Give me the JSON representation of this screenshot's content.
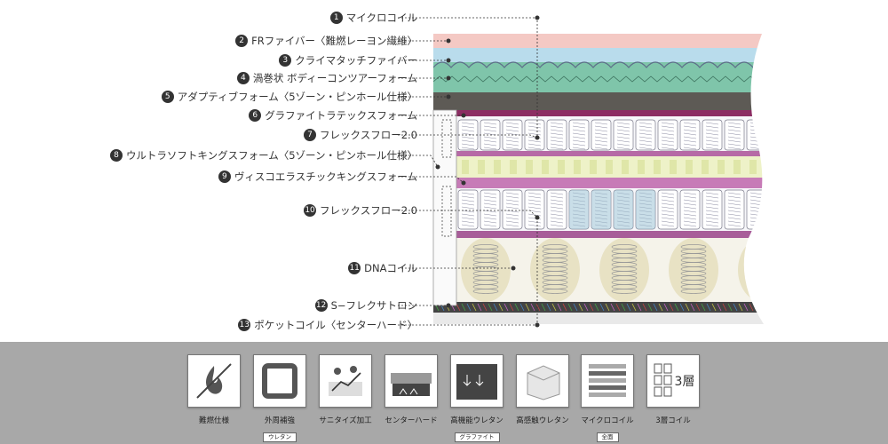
{
  "layers": [
    {
      "num": "1",
      "label": "マイクロコイル"
    },
    {
      "num": "2",
      "label": "FRファイバー〈難燃レーヨン繊維〉"
    },
    {
      "num": "3",
      "label": "クライマタッチファイバー"
    },
    {
      "num": "4",
      "label": "渦巻状 ボディーコンツアーフォーム"
    },
    {
      "num": "5",
      "label": "アダプティブフォーム〈5ゾーン・ピンホール仕様〉"
    },
    {
      "num": "6",
      "label": "グラファイトラテックスフォーム"
    },
    {
      "num": "7",
      "label": "フレックスフロー2.0"
    },
    {
      "num": "8",
      "label": "ウルトラソフトキングスフォーム〈5ゾーン・ピンホール仕様〉"
    },
    {
      "num": "9",
      "label": "ヴィスコエラスチックキングスフォーム"
    },
    {
      "num": "10",
      "label": "フレックスフロー2.0"
    },
    {
      "num": "11",
      "label": "DNAコイル"
    },
    {
      "num": "12",
      "label": "S−フレクサトロン"
    },
    {
      "num": "13",
      "label": "ポケットコイル〈センターハード〉"
    }
  ],
  "features": [
    {
      "label": "難燃仕様",
      "badge": "",
      "icon": "flame-crossed-icon"
    },
    {
      "label": "外周補強",
      "badge": "ウレタン",
      "icon": "frame-reinforce-icon"
    },
    {
      "label": "サニタイズ加工",
      "badge": "",
      "icon": "sanitize-icon"
    },
    {
      "label": "センターハード",
      "badge": "",
      "icon": "center-hard-icon"
    },
    {
      "label": "高機能ウレタン",
      "badge": "グラファイト",
      "icon": "graphite-foam-icon"
    },
    {
      "label": "高感触ウレタン",
      "badge": "",
      "icon": "foam-block-icon"
    },
    {
      "label": "マイクロコイル",
      "badge": "全面",
      "icon": "micro-coil-icon"
    },
    {
      "label": "3層コイル",
      "badge": "",
      "icon": "three-layer-coil-icon",
      "icon_text": "3層"
    }
  ],
  "colors": {
    "footer_bg": "#a8a8a8",
    "fr_fiber": "#f4c9c4",
    "climate_fiber": "#b9dcec",
    "contour_foam": "#7fc5aa",
    "adaptive_foam": "#5d5a55",
    "graphite_latex": "#8c2d63",
    "ultra_soft_foam": "#eef2c8",
    "visco_foam": "#c77bb7",
    "dna_coil_bg": "#ece9d8",
    "flexatron": "#444444"
  }
}
